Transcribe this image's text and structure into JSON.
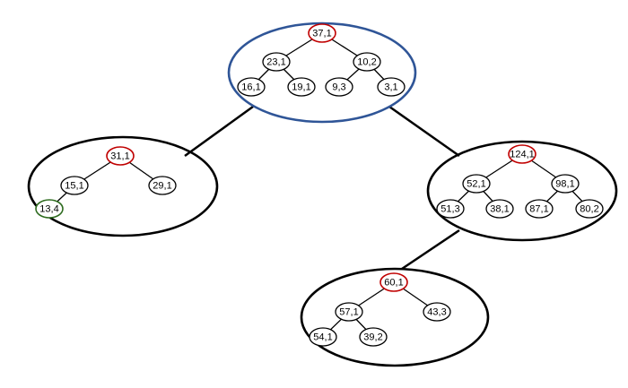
{
  "colors": {
    "background": "#ffffff",
    "line": "#000000",
    "node_fill": "#ffffff",
    "node_border": "#000000",
    "root_border": "#c00000",
    "highlight_border": "#2e6b1f",
    "highlight_cluster_border": "#2f5597"
  },
  "diagram": {
    "clusters": [
      {
        "id": "top",
        "highlighted": true,
        "nodes": [
          {
            "id": "t-root",
            "label": "37,1",
            "role": "root"
          },
          {
            "id": "t-l",
            "label": "23,1",
            "role": "normal"
          },
          {
            "id": "t-r",
            "label": "10,2",
            "role": "normal"
          },
          {
            "id": "t-ll",
            "label": "16,1",
            "role": "normal"
          },
          {
            "id": "t-lr",
            "label": "19,1",
            "role": "normal"
          },
          {
            "id": "t-rl",
            "label": "9,3",
            "role": "normal"
          },
          {
            "id": "t-rr",
            "label": "3,1",
            "role": "normal"
          }
        ],
        "edges": [
          [
            "t-root",
            "t-l"
          ],
          [
            "t-root",
            "t-r"
          ],
          [
            "t-l",
            "t-ll"
          ],
          [
            "t-l",
            "t-lr"
          ],
          [
            "t-r",
            "t-rl"
          ],
          [
            "t-r",
            "t-rr"
          ]
        ]
      },
      {
        "id": "left",
        "highlighted": false,
        "nodes": [
          {
            "id": "l-root",
            "label": "31,1",
            "role": "root"
          },
          {
            "id": "l-l",
            "label": "15,1",
            "role": "normal"
          },
          {
            "id": "l-r",
            "label": "29,1",
            "role": "normal"
          },
          {
            "id": "l-ll",
            "label": "13,4",
            "role": "highlight"
          }
        ],
        "edges": [
          [
            "l-root",
            "l-l"
          ],
          [
            "l-root",
            "l-r"
          ],
          [
            "l-l",
            "l-ll"
          ]
        ]
      },
      {
        "id": "right",
        "highlighted": false,
        "nodes": [
          {
            "id": "r-root",
            "label": "124,1",
            "role": "root"
          },
          {
            "id": "r-l",
            "label": "52,1",
            "role": "normal"
          },
          {
            "id": "r-r",
            "label": "98,1",
            "role": "normal"
          },
          {
            "id": "r-ll",
            "label": "51,3",
            "role": "normal"
          },
          {
            "id": "r-lr",
            "label": "38,1",
            "role": "normal"
          },
          {
            "id": "r-rl",
            "label": "87,1",
            "role": "normal"
          },
          {
            "id": "r-rr",
            "label": "80,2",
            "role": "normal"
          }
        ],
        "edges": [
          [
            "r-root",
            "r-l"
          ],
          [
            "r-root",
            "r-r"
          ],
          [
            "r-l",
            "r-ll"
          ],
          [
            "r-l",
            "r-lr"
          ],
          [
            "r-r",
            "r-rl"
          ],
          [
            "r-r",
            "r-rr"
          ]
        ]
      },
      {
        "id": "bottom",
        "highlighted": false,
        "nodes": [
          {
            "id": "b-root",
            "label": "60,1",
            "role": "root"
          },
          {
            "id": "b-l",
            "label": "57,1",
            "role": "normal"
          },
          {
            "id": "b-r",
            "label": "43,3",
            "role": "normal"
          },
          {
            "id": "b-ll",
            "label": "54,1",
            "role": "normal"
          },
          {
            "id": "b-lr",
            "label": "39,2",
            "role": "normal"
          }
        ],
        "edges": [
          [
            "b-root",
            "b-l"
          ],
          [
            "b-root",
            "b-r"
          ],
          [
            "b-l",
            "b-ll"
          ],
          [
            "b-l",
            "b-lr"
          ]
        ]
      }
    ],
    "cluster_links": [
      [
        "top",
        "left"
      ],
      [
        "top",
        "right"
      ],
      [
        "right",
        "bottom"
      ]
    ]
  }
}
